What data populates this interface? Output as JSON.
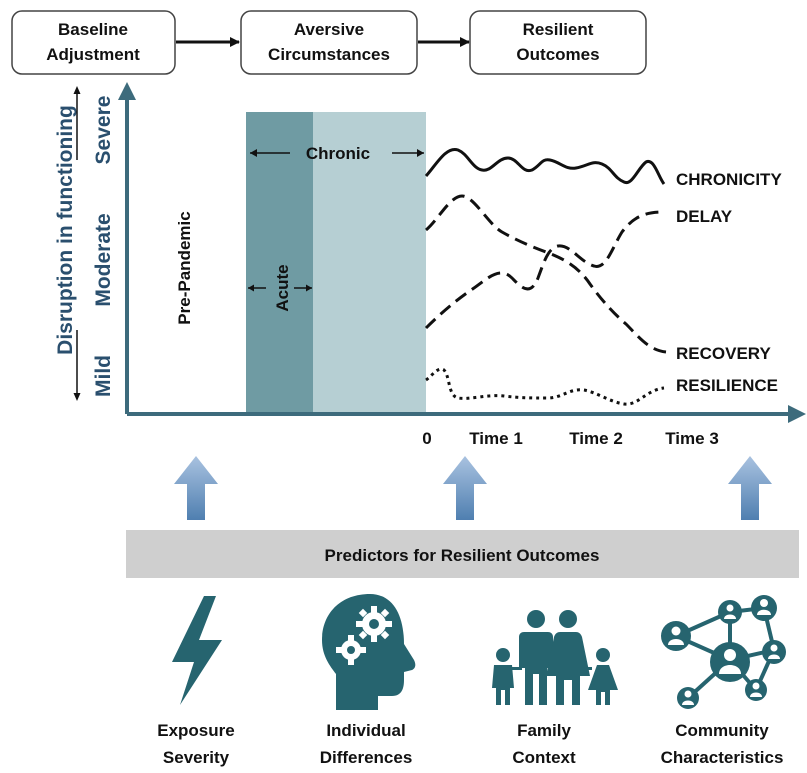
{
  "flow": {
    "steps": [
      {
        "line1": "Baseline",
        "line2": "Adjustment"
      },
      {
        "line1": "Aversive",
        "line2": "Circumstances"
      },
      {
        "line1": "Resilient",
        "line2": "Outcomes"
      }
    ]
  },
  "axis": {
    "title": "Disruption in functioning",
    "levels": [
      "Mild",
      "Moderate",
      "Severe"
    ],
    "times": [
      "0",
      "Time 1",
      "Time 2",
      "Time 3"
    ]
  },
  "phases": {
    "pre": "Pre-Pandemic",
    "acute": "Acute",
    "chronic": "Chronic"
  },
  "trajectories": [
    "CHRONICITY",
    "DELAY",
    "RECOVERY",
    "RESILIENCE"
  ],
  "predictors": {
    "title": "Predictors for Resilient Outcomes",
    "items": [
      {
        "line1": "Exposure",
        "line2": "Severity",
        "icon": "lightning-icon"
      },
      {
        "line1": "Individual",
        "line2": "Differences",
        "icon": "head-gears-icon"
      },
      {
        "line1": "Family",
        "line2": "Context",
        "icon": "family-icon"
      },
      {
        "line1": "Community",
        "line2": "Characteristics",
        "icon": "network-icon"
      }
    ]
  },
  "colors": {
    "axis": "#3d6b7c",
    "acute": "#6f9ba3",
    "chronic": "#b6cfd3",
    "band": "#cfcfcf",
    "icon": "#26646f",
    "arrow_top": "#a9c2e0",
    "arrow_bottom": "#4f7fb0"
  }
}
